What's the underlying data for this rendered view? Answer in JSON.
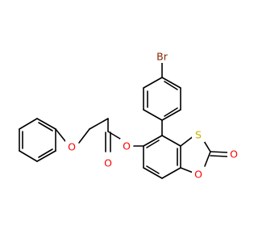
{
  "molecule": {
    "atoms": [
      {
        "id": "Br",
        "label": "Br",
        "color": "#8B2500"
      },
      {
        "id": "O_ether",
        "label": "O",
        "color": "#FF0000"
      },
      {
        "id": "O_ester",
        "label": "O",
        "color": "#FF0000"
      },
      {
        "id": "O_carbonyl",
        "label": "O",
        "color": "#FF0000"
      },
      {
        "id": "S",
        "label": "S",
        "color": "#C8B400"
      },
      {
        "id": "O_ring",
        "label": "O",
        "color": "#FF0000"
      },
      {
        "id": "O_exo",
        "label": "O",
        "color": "#FF0000"
      }
    ]
  }
}
